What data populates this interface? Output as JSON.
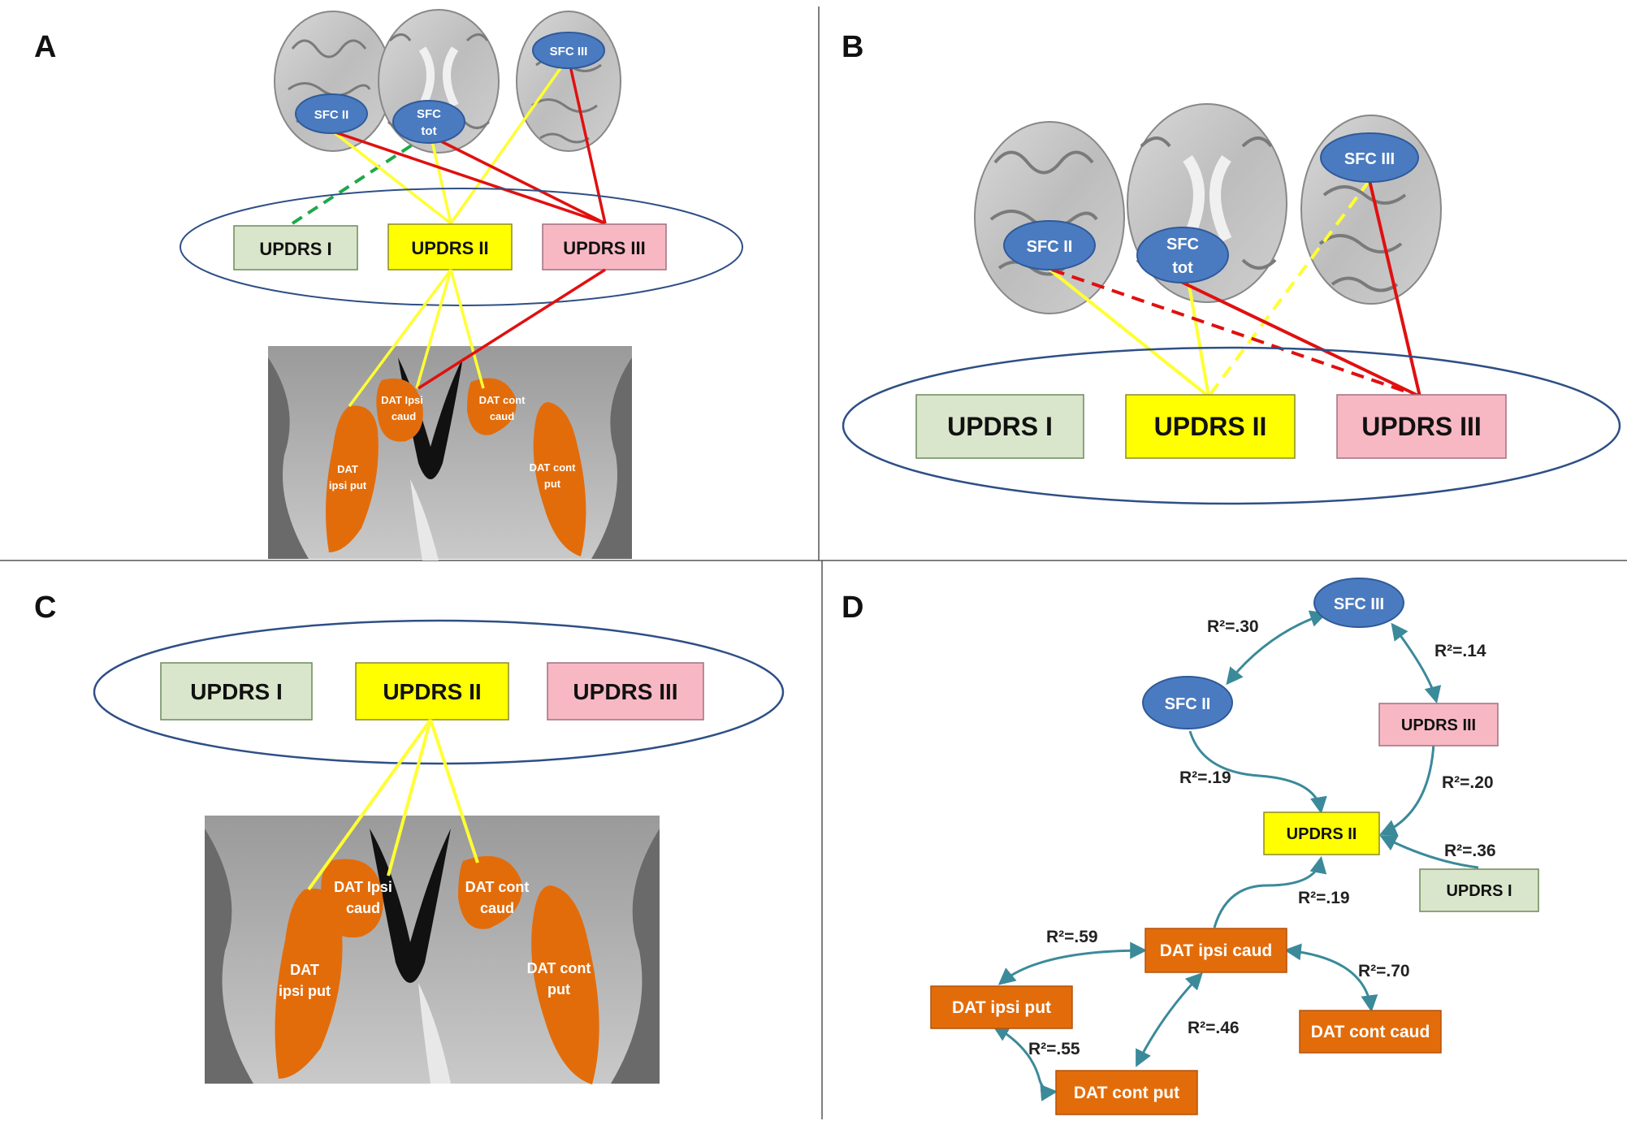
{
  "panels": {
    "a": {
      "letter": "A",
      "sfc": [
        "SFC II",
        "SFC",
        "tot",
        "SFC III"
      ],
      "updrs": [
        "UPDRS I",
        "UPDRS II",
        "UPDRS III"
      ],
      "dat": [
        "DAT Ipsi",
        "caud",
        "DAT cont",
        "caud",
        "DAT",
        "ipsi put",
        "DAT cont",
        "put"
      ]
    },
    "b": {
      "letter": "B",
      "sfc": [
        "SFC II",
        "SFC",
        "tot",
        "SFC III"
      ],
      "updrs": [
        "UPDRS I",
        "UPDRS II",
        "UPDRS III"
      ]
    },
    "c": {
      "letter": "C",
      "updrs": [
        "UPDRS I",
        "UPDRS II",
        "UPDRS III"
      ],
      "dat": [
        "DAT Ipsi",
        "caud",
        "DAT cont",
        "caud",
        "DAT",
        "ipsi put",
        "DAT cont",
        "put"
      ]
    },
    "d": {
      "letter": "D",
      "nodes": {
        "sfc3": "SFC III",
        "sfc2": "SFC II",
        "updrs3": "UPDRS III",
        "updrs2": "UPDRS II",
        "updrs1": "UPDRS I",
        "dat_ipsi_caud": "DAT ipsi caud",
        "dat_ipsi_put": "DAT ipsi put",
        "dat_cont_caud": "DAT cont caud",
        "dat_cont_put": "DAT cont put"
      },
      "r2": {
        "sfc2_sfc3": "R²=.30",
        "sfc3_updrs3": "R²=.14",
        "sfc2_updrs2": "R²=.19",
        "updrs3_updrs2": "R²=.20",
        "updrs1_updrs2": "R²=.36",
        "datic_updrs2": "R²=.19",
        "datic_datip": "R²=.59",
        "datic_datcc": "R²=.70",
        "datic_datcp": "R²=.46",
        "datip_datcp": "R²=.55"
      }
    }
  },
  "colors": {
    "sfc_node": "#4a7bc0",
    "updrs1": "#d9e6cb",
    "updrs2": "#ffff00",
    "updrs3": "#f7b8c4",
    "dat": "#e36c0a",
    "ellipse": "#2f4f85",
    "yellow_line": "#ffff33",
    "red_line": "#e01010",
    "green_dash": "#1fa84a",
    "teal_arrow": "#3b8a9a"
  }
}
